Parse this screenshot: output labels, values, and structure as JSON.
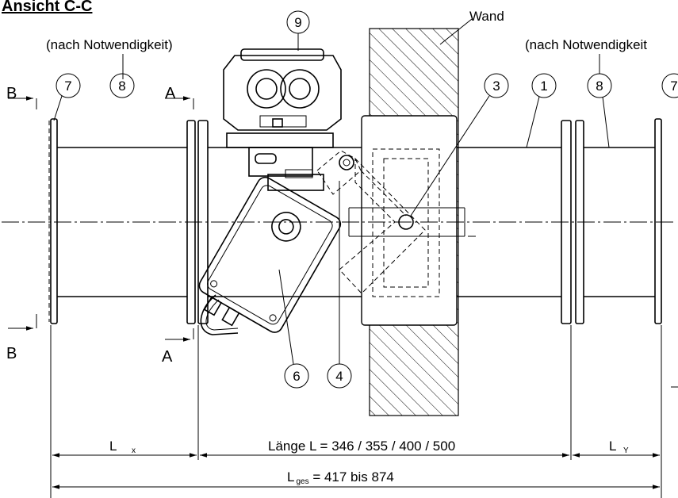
{
  "title": "Ansicht C-C",
  "wall_label": "Wand",
  "note_left": "(nach Notwendigkeit)",
  "note_right": "(nach Notwendigkeit",
  "section_marks": {
    "b": "B",
    "a": "A"
  },
  "callouts": [
    "9",
    "7",
    "8",
    "3",
    "1",
    "8",
    "7",
    "6",
    "4"
  ],
  "dimensions": {
    "lx_main": "L",
    "lx_sub": "x",
    "length": "Länge L = 346 / 355 / 400 / 500",
    "ly_main": "L",
    "ly_sub": "Y",
    "lges_main": "L",
    "lges_sub": "ges",
    "lges_rest": " = 417 bis 874"
  },
  "colors": {
    "line": "#000000",
    "background": "#ffffff",
    "hatch": "#000000"
  }
}
